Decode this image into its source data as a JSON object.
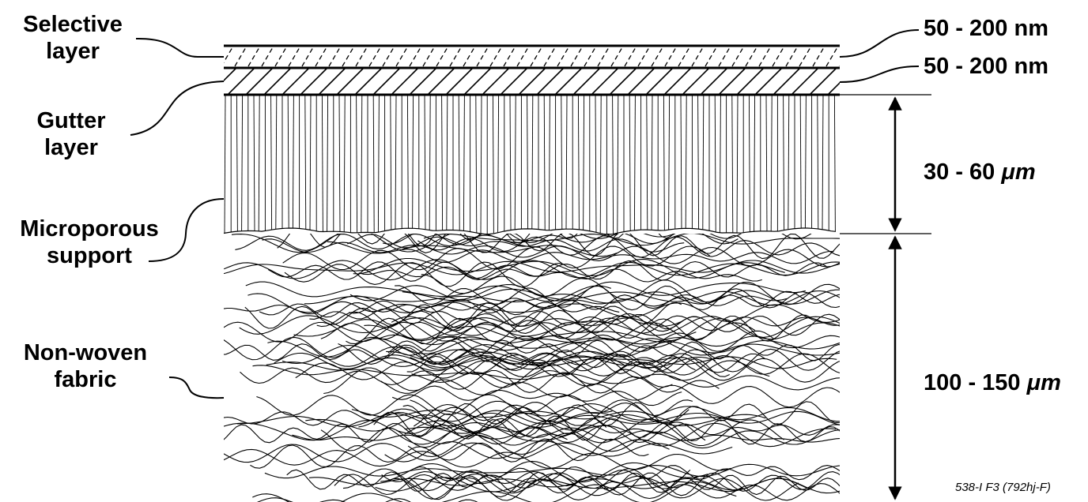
{
  "layers": [
    {
      "name_line1": "Selective",
      "name_line2": "layer",
      "thickness_value": "50 - 200",
      "thickness_unit": "nm"
    },
    {
      "name_line1": "Gutter",
      "name_line2": "layer",
      "thickness_value": "50 - 200",
      "thickness_unit": "nm"
    },
    {
      "name_line1": "Microporous",
      "name_line2": "support",
      "thickness_value": "30 - 60",
      "thickness_unit": "μm"
    },
    {
      "name_line1": "Non-woven",
      "name_line2": "fabric",
      "thickness_value": "100 - 150",
      "thickness_unit": "μm"
    }
  ],
  "figure_code": "538-I F3 (792hj-F)",
  "colors": {
    "ink": "#000000",
    "background": "#ffffff"
  }
}
